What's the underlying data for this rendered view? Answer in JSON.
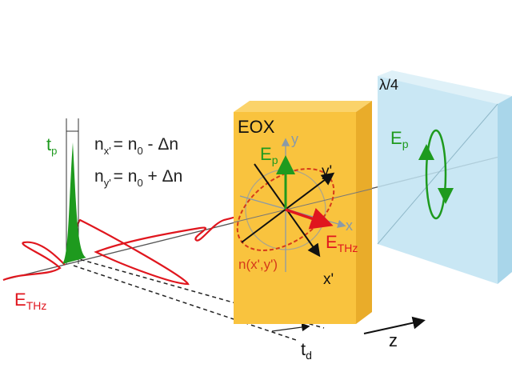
{
  "labels": {
    "tp": "t",
    "tp_sub": "p",
    "eq1_main": "n",
    "eq1_sub": "x'",
    "eq1_rest": "= n",
    "eq1_sub0": "0",
    "eq1_tail": " - Δn",
    "eq2_main": "n",
    "eq2_sub": "y'",
    "eq2_rest": "= n",
    "eq2_sub0": "0",
    "eq2_tail": " + Δn",
    "ethz_left": "E",
    "ethz_left_sub": "THz",
    "eox": "EOX",
    "y": "y",
    "x": "x",
    "yprime": "y'",
    "xprime": "x'",
    "ep_crystal": "E",
    "ep_crystal_sub": "p",
    "ethz_crystal": "E",
    "ethz_crystal_sub": "THz",
    "index_ellipse": "n(x',y')",
    "lambda4": "λ/4",
    "ep_plate": "E",
    "ep_plate_sub": "p",
    "td": "t",
    "td_sub": "d",
    "z": "z"
  },
  "colors": {
    "thz": "#e0161e",
    "probe": "#1e9a1e",
    "crystal": "#f9c33e",
    "plate": "#bfe3f2"
  }
}
